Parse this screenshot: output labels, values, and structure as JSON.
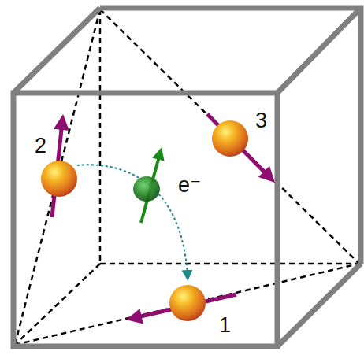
{
  "diagram": {
    "labels": [
      "2",
      "e⁻",
      "3",
      "1"
    ]
  }
}
